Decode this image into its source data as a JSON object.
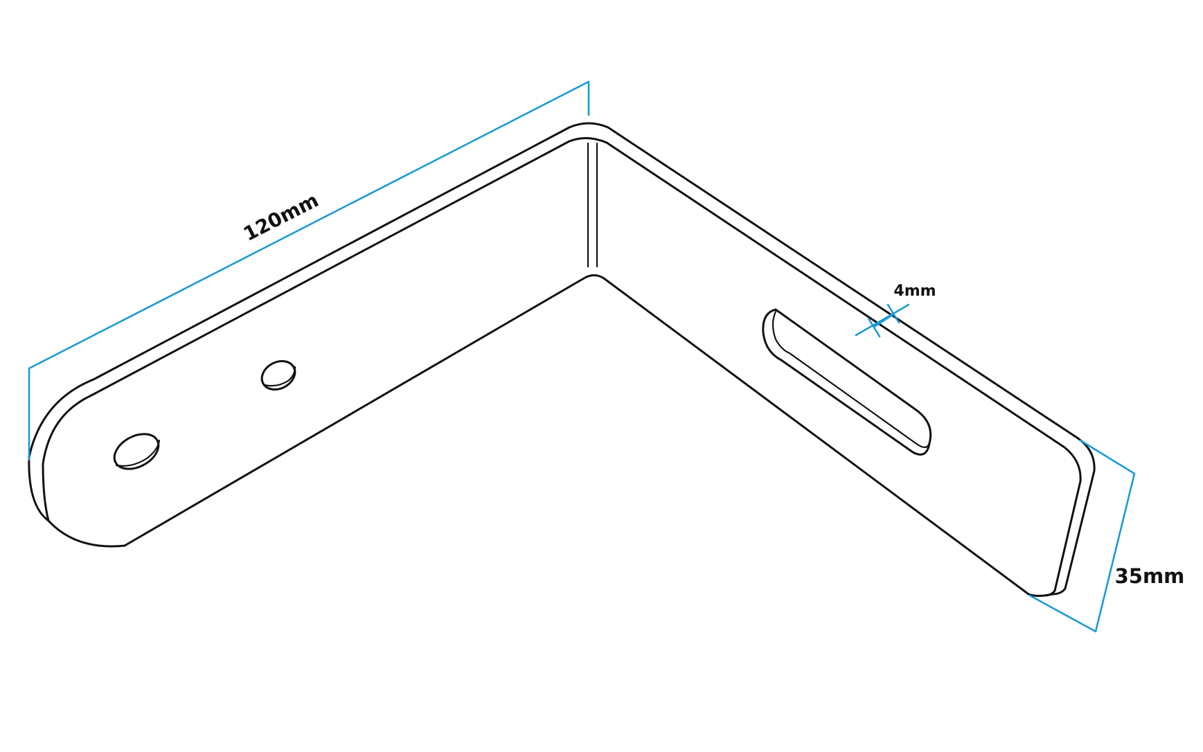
{
  "colors": {
    "dimension": "#1a9ad6",
    "outline": "#111111",
    "background": "#ffffff"
  },
  "dimensions": {
    "length": "120mm",
    "thickness": "4mm",
    "width": "35mm"
  }
}
